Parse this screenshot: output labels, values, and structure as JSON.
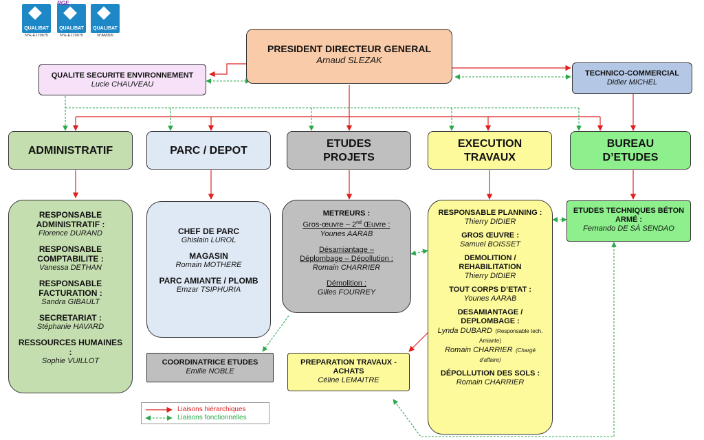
{
  "logos": [
    {
      "name": "QUALIBAT",
      "badge": "",
      "number": "N°E-E170975"
    },
    {
      "name": "QUALIBAT",
      "badge": "RGE",
      "number": "N°E-E170975"
    },
    {
      "name": "QUALIBAT",
      "badge": "",
      "number": "N°AM309"
    }
  ],
  "pdg": {
    "title": "PRESIDENT DIRECTEUR GENERAL",
    "name": "Arnaud SLEZAK"
  },
  "qse": {
    "title": "QUALITE SECURITE ENVIRONNEMENT",
    "name": "Lucie CHAUVEAU"
  },
  "technico": {
    "title": "TECHNICO-COMMERCIAL",
    "name": "Didier MICHEL"
  },
  "departments": {
    "administratif": "ADMINISTRATIF",
    "parc_l1": "PARC / DEPOT",
    "etudes_l1": "ETUDES",
    "etudes_l2": "PROJETS",
    "exec_l1": "EXECUTION",
    "exec_l2": "TRAVAUX",
    "bureau_l1": "BUREAU",
    "bureau_l2": "D’ETUDES"
  },
  "admin_roles": [
    {
      "title": "RESPONSABLE ADMINISTRATIF :",
      "name": "Florence DURAND"
    },
    {
      "title": "RESPONSABLE COMPTABILITE :",
      "name": "Vanessa DETHAN"
    },
    {
      "title": "RESPONSABLE FACTURATION :",
      "name": "Sandra GIBAULT"
    },
    {
      "title": "SECRETARIAT :",
      "name": "Stéphanie HAVARD"
    },
    {
      "title": "RESSOURCES HUMAINES :",
      "name": "Sophie VUILLOT"
    }
  ],
  "parc_roles": [
    {
      "title": "CHEF DE PARC",
      "name": "Ghislain LUROL"
    },
    {
      "title": "MAGASIN",
      "name": "Romain MOTHERE"
    },
    {
      "title": "PARC AMIANTE / PLOMB",
      "name": "Emzar TSIPHURIA"
    }
  ],
  "etudes_roles": {
    "heading": "METREURS :",
    "gros_a": "Gros-œuvre – 2",
    "gros_sup": "nd",
    "gros_b": " Œuvre :",
    "gros_name": "Younes AARAB",
    "desam": "Désamiantage –",
    "deplomb": "Déplombage – Dépollution :",
    "desam_name": "Romain CHARRIER",
    "demol": "Démolition :",
    "demol_name": "Gilles FOURREY"
  },
  "exec_roles": [
    {
      "title": "RESPONSABLE PLANNING :",
      "name": "Thierry DIDIER"
    },
    {
      "title": "GROS ŒUVRE :",
      "name": "Samuel BOISSET"
    },
    {
      "title": "DEMOLITION / REHABILITATION",
      "name": "Thierry DIDIER"
    },
    {
      "title": "TOUT CORPS D’ETAT :",
      "name": "Younes AARAB"
    }
  ],
  "exec_desam": {
    "title": "DESAMIANTAGE / DEPLOMBAGE :",
    "name1": "Lynda DUBARD",
    "note1": "(Responsable tech. Amiante)",
    "name2": "Romain CHARRIER",
    "note2": "(Chargé d’affaire)"
  },
  "exec_depol": {
    "title": "DÉPOLLUTION DES SOLS :",
    "name": "Romain CHARRIER"
  },
  "bureau_role": {
    "title": "ETUDES TECHNIQUES BÉTON ARMÉ :",
    "name": "Fernando DE SÀ SENDAO"
  },
  "coord": {
    "title": "COORDINATRICE ETUDES",
    "name": "Emilie NOBLE"
  },
  "prep": {
    "title": "PREPARATION TRAVAUX - ACHATS",
    "name": "Céline LEMAITRE"
  },
  "legend": {
    "hier": "Liaisons hiérarchiques",
    "fonc": "Liaisons fonctionnelles"
  },
  "colors": {
    "hier": "#e02020",
    "fonc": "#2aa84a"
  }
}
